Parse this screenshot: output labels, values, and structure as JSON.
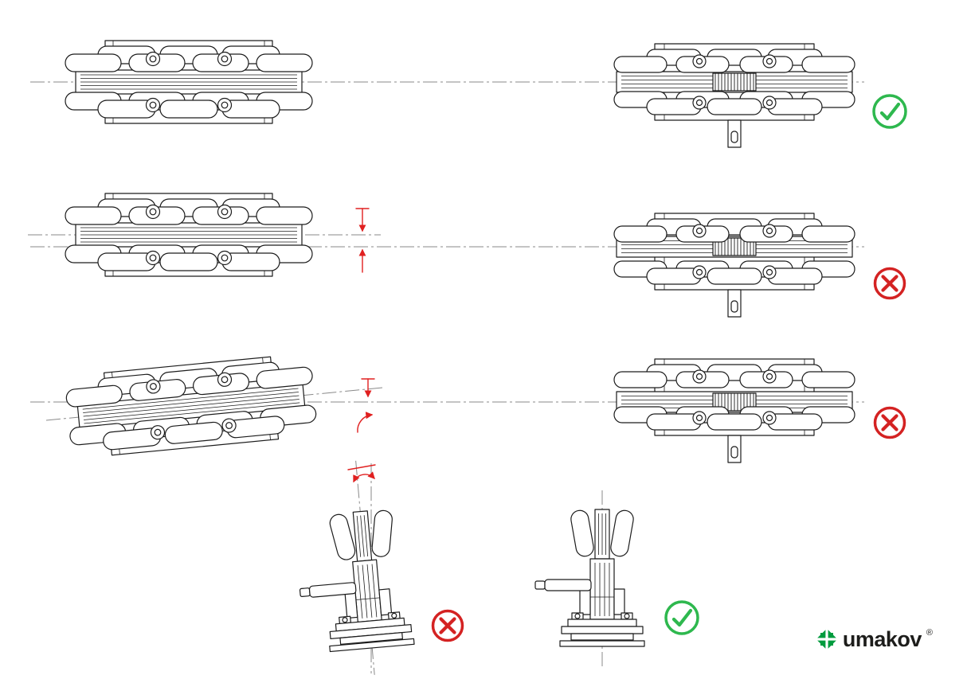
{
  "colors": {
    "drawing": "#1c1c1c",
    "centerline": "#8a8a8a",
    "annotation_red": "#e02020",
    "ok_green": "#2eb84e",
    "bad_red": "#d42222",
    "logo_green": "#009b3e",
    "logo_text": "#1d1d1b"
  },
  "figures": [
    {
      "id": "carriage-side-aligned",
      "view": "side",
      "row": 1,
      "verdict": null
    },
    {
      "id": "carriage-front-centered",
      "view": "front",
      "row": 1,
      "verdict": "ok"
    },
    {
      "id": "carriage-side-offset",
      "view": "side",
      "row": 2,
      "verdict": null
    },
    {
      "id": "carriage-front-offset",
      "view": "front",
      "row": 2,
      "verdict": "bad"
    },
    {
      "id": "carriage-side-tilted",
      "view": "side",
      "row": 3,
      "verdict": null
    },
    {
      "id": "carriage-front-offset-low",
      "view": "front",
      "row": 3,
      "verdict": "bad"
    },
    {
      "id": "trolley-end-tilted",
      "view": "end",
      "row": 4,
      "verdict": "bad"
    },
    {
      "id": "trolley-end-plumb",
      "view": "end",
      "row": 4,
      "verdict": "ok"
    }
  ],
  "marks": {
    "ok": "check-in-circle",
    "bad": "cross-in-circle"
  },
  "annotations": {
    "row2": "vertical-offset-arrows",
    "row3": "angle-deviation-arrows",
    "trolley": "tilt-angle-arrows"
  },
  "logo": {
    "brand": "umakov",
    "registered": "®"
  }
}
